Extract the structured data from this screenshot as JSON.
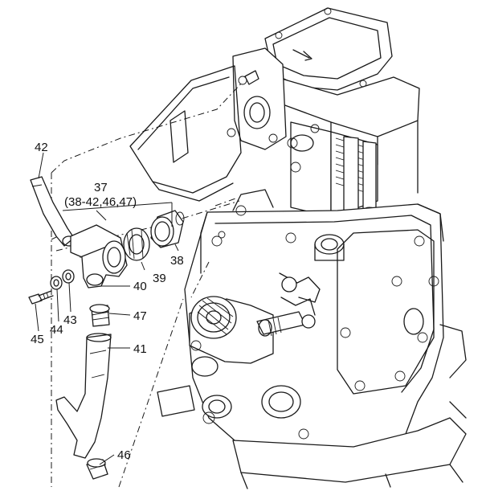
{
  "callouts": {
    "c42": "42",
    "c37": "37",
    "c37sub": "(38-42,46,47)",
    "c38": "38",
    "c39": "39",
    "c40": "40",
    "c41": "41",
    "c43": "43",
    "c44": "44",
    "c45": "45",
    "c46": "46",
    "c47": "47"
  }
}
